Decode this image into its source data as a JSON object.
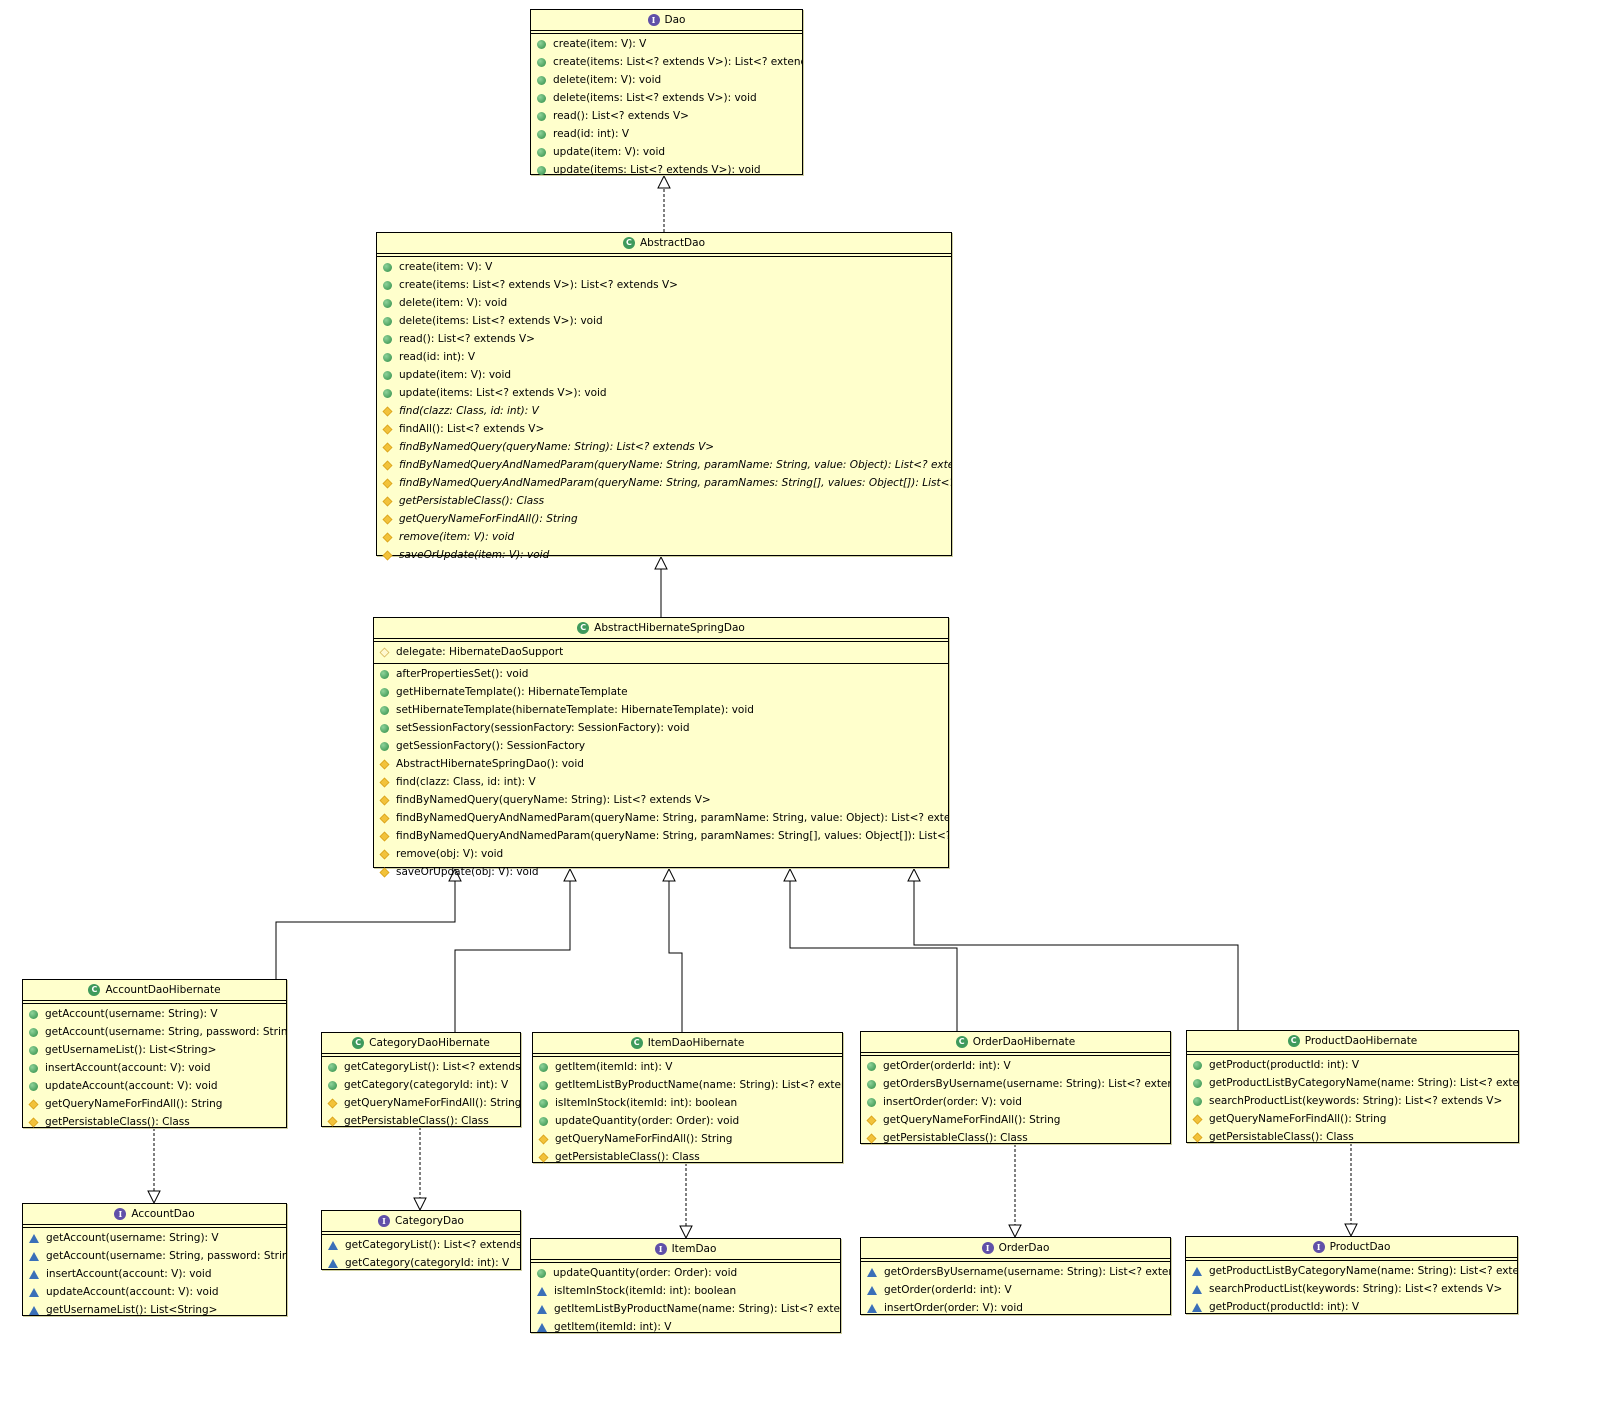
{
  "diagram_title": "Dao class hierarchy (UML class diagram)",
  "classes": {
    "dao": {
      "name": "Dao",
      "kind": "interface",
      "fields": [],
      "methods": [
        {
          "vis": "public",
          "text": "create(item: V): V"
        },
        {
          "vis": "public",
          "text": "create(items: List<? extends V>): List<? extends V>"
        },
        {
          "vis": "public",
          "text": "delete(item: V): void"
        },
        {
          "vis": "public",
          "text": "delete(items: List<? extends V>): void"
        },
        {
          "vis": "public",
          "text": "read(): List<? extends V>"
        },
        {
          "vis": "public",
          "text": "read(id: int): V"
        },
        {
          "vis": "public",
          "text": "update(item: V): void"
        },
        {
          "vis": "public",
          "text": "update(items: List<? extends V>): void"
        }
      ]
    },
    "abstractDao": {
      "name": "AbstractDao",
      "kind": "class",
      "fields": [],
      "methods": [
        {
          "vis": "public",
          "text": "create(item: V): V"
        },
        {
          "vis": "public",
          "text": "create(items: List<? extends V>): List<? extends V>"
        },
        {
          "vis": "public",
          "text": "delete(item: V): void"
        },
        {
          "vis": "public",
          "text": "delete(items: List<? extends V>): void"
        },
        {
          "vis": "public",
          "text": "read(): List<? extends V>"
        },
        {
          "vis": "public",
          "text": "read(id: int): V"
        },
        {
          "vis": "public",
          "text": "update(item: V): void"
        },
        {
          "vis": "public",
          "text": "update(items: List<? extends V>): void"
        },
        {
          "vis": "protected",
          "text": "find(clazz: Class, id: int): V",
          "italic": true
        },
        {
          "vis": "protected",
          "text": "findAll(): List<? extends V>"
        },
        {
          "vis": "protected",
          "text": "findByNamedQuery(queryName: String): List<? extends V>",
          "italic": true
        },
        {
          "vis": "protected",
          "text": "findByNamedQueryAndNamedParam(queryName: String, paramName: String, value: Object): List<? extends V>",
          "italic": true
        },
        {
          "vis": "protected",
          "text": "findByNamedQueryAndNamedParam(queryName: String, paramNames: String[], values: Object[]): List<? extends V>",
          "italic": true
        },
        {
          "vis": "protected",
          "text": "getPersistableClass(): Class",
          "italic": true
        },
        {
          "vis": "protected",
          "text": "getQueryNameForFindAll(): String",
          "italic": true
        },
        {
          "vis": "protected",
          "text": "remove(item: V): void",
          "italic": true
        },
        {
          "vis": "protected",
          "text": "saveOrUpdate(item: V): void",
          "italic": true
        }
      ]
    },
    "abstractHibernateSpringDao": {
      "name": "AbstractHibernateSpringDao",
      "kind": "class",
      "fields": [
        {
          "vis": "protected-hollow",
          "text": "delegate: HibernateDaoSupport"
        }
      ],
      "methods": [
        {
          "vis": "public",
          "text": "afterPropertiesSet(): void"
        },
        {
          "vis": "public",
          "text": "getHibernateTemplate(): HibernateTemplate"
        },
        {
          "vis": "public",
          "text": "setHibernateTemplate(hibernateTemplate: HibernateTemplate): void"
        },
        {
          "vis": "public",
          "text": "setSessionFactory(sessionFactory: SessionFactory): void"
        },
        {
          "vis": "public",
          "text": "getSessionFactory(): SessionFactory"
        },
        {
          "vis": "protected",
          "text": "AbstractHibernateSpringDao(): void"
        },
        {
          "vis": "protected",
          "text": "find(clazz: Class, id: int): V"
        },
        {
          "vis": "protected",
          "text": "findByNamedQuery(queryName: String): List<? extends V>"
        },
        {
          "vis": "protected",
          "text": "findByNamedQueryAndNamedParam(queryName: String, paramName: String, value: Object): List<? extends V>"
        },
        {
          "vis": "protected",
          "text": "findByNamedQueryAndNamedParam(queryName: String, paramNames: String[], values: Object[]): List<? extends V>"
        },
        {
          "vis": "protected",
          "text": "remove(obj: V): void"
        },
        {
          "vis": "protected",
          "text": "saveOrUpdate(obj: V): void"
        }
      ]
    },
    "accountDaoHibernate": {
      "name": "AccountDaoHibernate",
      "kind": "class",
      "fields": [],
      "methods": [
        {
          "vis": "public",
          "text": "getAccount(username: String): V"
        },
        {
          "vis": "public",
          "text": "getAccount(username: String, password: String): V"
        },
        {
          "vis": "public",
          "text": "getUsernameList(): List<String>"
        },
        {
          "vis": "public",
          "text": "insertAccount(account: V): void"
        },
        {
          "vis": "public",
          "text": "updateAccount(account: V): void"
        },
        {
          "vis": "protected",
          "text": "getQueryNameForFindAll(): String"
        },
        {
          "vis": "protected",
          "text": "getPersistableClass(): Class"
        }
      ]
    },
    "accountDao": {
      "name": "AccountDao",
      "kind": "interface",
      "fields": [],
      "methods": [
        {
          "vis": "package",
          "text": "getAccount(username: String): V"
        },
        {
          "vis": "package",
          "text": "getAccount(username: String, password: String): V"
        },
        {
          "vis": "package",
          "text": "insertAccount(account: V): void"
        },
        {
          "vis": "package",
          "text": "updateAccount(account: V): void"
        },
        {
          "vis": "package",
          "text": "getUsernameList(): List<String>"
        }
      ]
    },
    "categoryDaoHibernate": {
      "name": "CategoryDaoHibernate",
      "kind": "class",
      "fields": [],
      "methods": [
        {
          "vis": "public",
          "text": "getCategoryList(): List<? extends V>"
        },
        {
          "vis": "public",
          "text": "getCategory(categoryId: int): V"
        },
        {
          "vis": "protected",
          "text": "getQueryNameForFindAll(): String"
        },
        {
          "vis": "protected",
          "text": "getPersistableClass(): Class"
        }
      ]
    },
    "categoryDao": {
      "name": "CategoryDao",
      "kind": "interface",
      "fields": [],
      "methods": [
        {
          "vis": "package",
          "text": "getCategoryList(): List<? extends V>"
        },
        {
          "vis": "package",
          "text": "getCategory(categoryId: int): V"
        }
      ]
    },
    "itemDaoHibernate": {
      "name": "ItemDaoHibernate",
      "kind": "class",
      "fields": [],
      "methods": [
        {
          "vis": "public",
          "text": "getItem(itemId: int): V"
        },
        {
          "vis": "public",
          "text": "getItemListByProductName(name: String): List<? extends V>"
        },
        {
          "vis": "public",
          "text": "isItemInStock(itemId: int): boolean"
        },
        {
          "vis": "public",
          "text": "updateQuantity(order: Order): void"
        },
        {
          "vis": "protected",
          "text": "getQueryNameForFindAll(): String"
        },
        {
          "vis": "protected",
          "text": "getPersistableClass(): Class"
        }
      ]
    },
    "itemDao": {
      "name": "ItemDao",
      "kind": "interface",
      "fields": [],
      "methods": [
        {
          "vis": "public",
          "text": "updateQuantity(order: Order): void"
        },
        {
          "vis": "package",
          "text": "isItemInStock(itemId: int): boolean"
        },
        {
          "vis": "package",
          "text": "getItemListByProductName(name: String): List<? extends V>"
        },
        {
          "vis": "package",
          "text": "getItem(itemId: int): V"
        }
      ]
    },
    "orderDaoHibernate": {
      "name": "OrderDaoHibernate",
      "kind": "class",
      "fields": [],
      "methods": [
        {
          "vis": "public",
          "text": "getOrder(orderId: int): V"
        },
        {
          "vis": "public",
          "text": "getOrdersByUsername(username: String): List<? extends V>"
        },
        {
          "vis": "public",
          "text": "insertOrder(order: V): void"
        },
        {
          "vis": "protected",
          "text": "getQueryNameForFindAll(): String"
        },
        {
          "vis": "protected",
          "text": "getPersistableClass(): Class"
        }
      ]
    },
    "orderDao": {
      "name": "OrderDao",
      "kind": "interface",
      "fields": [],
      "methods": [
        {
          "vis": "package",
          "text": "getOrdersByUsername(username: String): List<? extends V>"
        },
        {
          "vis": "package",
          "text": "getOrder(orderId: int): V"
        },
        {
          "vis": "package",
          "text": "insertOrder(order: V): void"
        }
      ]
    },
    "productDaoHibernate": {
      "name": "ProductDaoHibernate",
      "kind": "class",
      "fields": [],
      "methods": [
        {
          "vis": "public",
          "text": "getProduct(productId: int): V"
        },
        {
          "vis": "public",
          "text": "getProductListByCategoryName(name: String): List<? extends V>"
        },
        {
          "vis": "public",
          "text": "searchProductList(keywords: String): List<? extends V>"
        },
        {
          "vis": "protected",
          "text": "getQueryNameForFindAll(): String"
        },
        {
          "vis": "protected",
          "text": "getPersistableClass(): Class"
        }
      ]
    },
    "productDao": {
      "name": "ProductDao",
      "kind": "interface",
      "fields": [],
      "methods": [
        {
          "vis": "package",
          "text": "getProductListByCategoryName(name: String): List<? extends V>"
        },
        {
          "vis": "package",
          "text": "searchProductList(keywords: String): List<? extends V>"
        },
        {
          "vis": "package",
          "text": "getProduct(productId: int): V"
        }
      ]
    }
  },
  "relations": [
    {
      "from": "abstractDao",
      "to": "dao",
      "type": "realization"
    },
    {
      "from": "abstractHibernateSpringDao",
      "to": "abstractDao",
      "type": "generalization"
    },
    {
      "from": "accountDaoHibernate",
      "to": "abstractHibernateSpringDao",
      "type": "generalization"
    },
    {
      "from": "categoryDaoHibernate",
      "to": "abstractHibernateSpringDao",
      "type": "generalization"
    },
    {
      "from": "itemDaoHibernate",
      "to": "abstractHibernateSpringDao",
      "type": "generalization"
    },
    {
      "from": "orderDaoHibernate",
      "to": "abstractHibernateSpringDao",
      "type": "generalization"
    },
    {
      "from": "productDaoHibernate",
      "to": "abstractHibernateSpringDao",
      "type": "generalization"
    },
    {
      "from": "accountDaoHibernate",
      "to": "accountDao",
      "type": "realization"
    },
    {
      "from": "categoryDaoHibernate",
      "to": "categoryDao",
      "type": "realization"
    },
    {
      "from": "itemDaoHibernate",
      "to": "itemDao",
      "type": "realization"
    },
    {
      "from": "orderDaoHibernate",
      "to": "orderDao",
      "type": "realization"
    },
    {
      "from": "productDaoHibernate",
      "to": "productDao",
      "type": "realization"
    }
  ]
}
